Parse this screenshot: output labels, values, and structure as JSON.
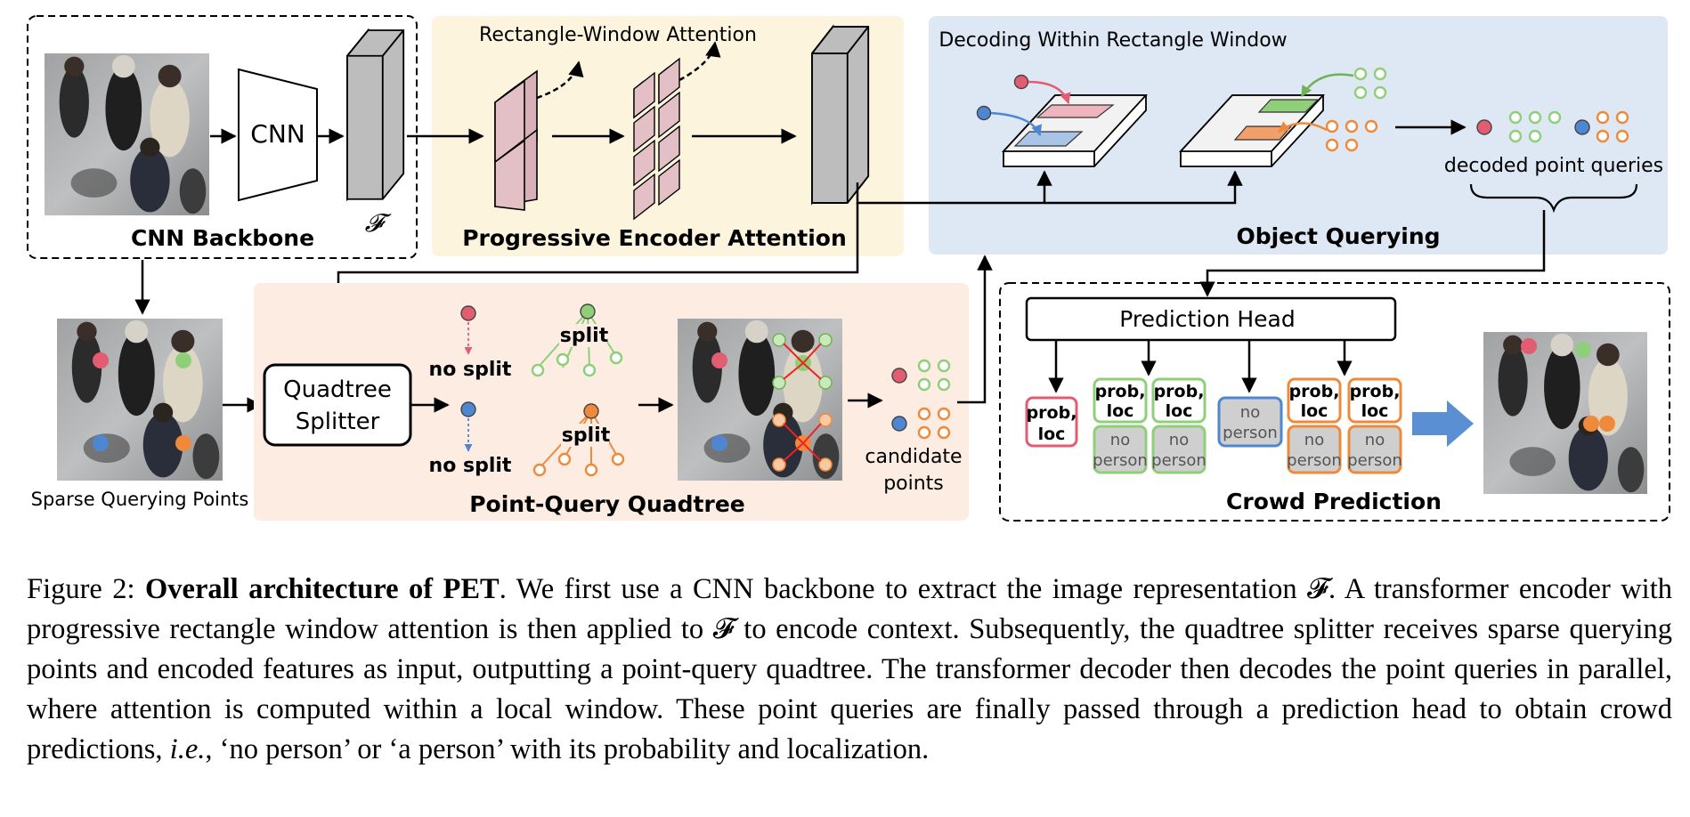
{
  "figure": {
    "backbone": {
      "title": "CNN Backbone",
      "cnn_label": "CNN",
      "feature_symbol": "𝓕"
    },
    "encoder": {
      "title": "Progressive Encoder Attention",
      "subtitle": "Rectangle-Window Attention"
    },
    "querying": {
      "title": "Object Querying",
      "subtitle": "Decoding Within Rectangle Window",
      "decoded_label": "decoded point queries"
    },
    "sparse": {
      "label": "Sparse Querying Points"
    },
    "quadtree": {
      "title": "Point-Query Quadtree",
      "splitter_line1": "Quadtree",
      "splitter_line2": "Splitter",
      "no_split_label": "no split",
      "split_label": "split",
      "candidate_line1": "candidate",
      "candidate_line2": "points"
    },
    "prediction": {
      "title": "Crowd Prediction",
      "head_label": "Prediction Head",
      "prob_line1": "prob,",
      "prob_line2": "loc",
      "no_line1": "no",
      "no_line2": "person"
    },
    "colors": {
      "red": "#e25c72",
      "blue": "#4f86d1",
      "green": "#8fcf79",
      "orange": "#ef8a3c",
      "encoder_bg": "#fdf4dd",
      "querying_bg": "#dde8f4",
      "quadtree_bg": "#fcece2"
    }
  },
  "caption": {
    "prefix": "Figure 2: ",
    "bold": "Overall architecture of PET",
    "part1": ". We first use a CNN backbone to extract the image representation 𝓕. A transformer encoder with progressive rectangle window attention is then applied to 𝓕 to encode context. Subsequently, the quadtree splitter receives sparse querying points and encoded features as input, outputting a point-query quadtree. The transformer decoder then decodes the point queries in parallel, where attention is computed within a local window. These point queries are finally passed through a prediction head to obtain crowd predictions, ",
    "ie": "i.e.",
    "part2": ", ‘no person’ or ‘a person’ with its probability and localization."
  }
}
